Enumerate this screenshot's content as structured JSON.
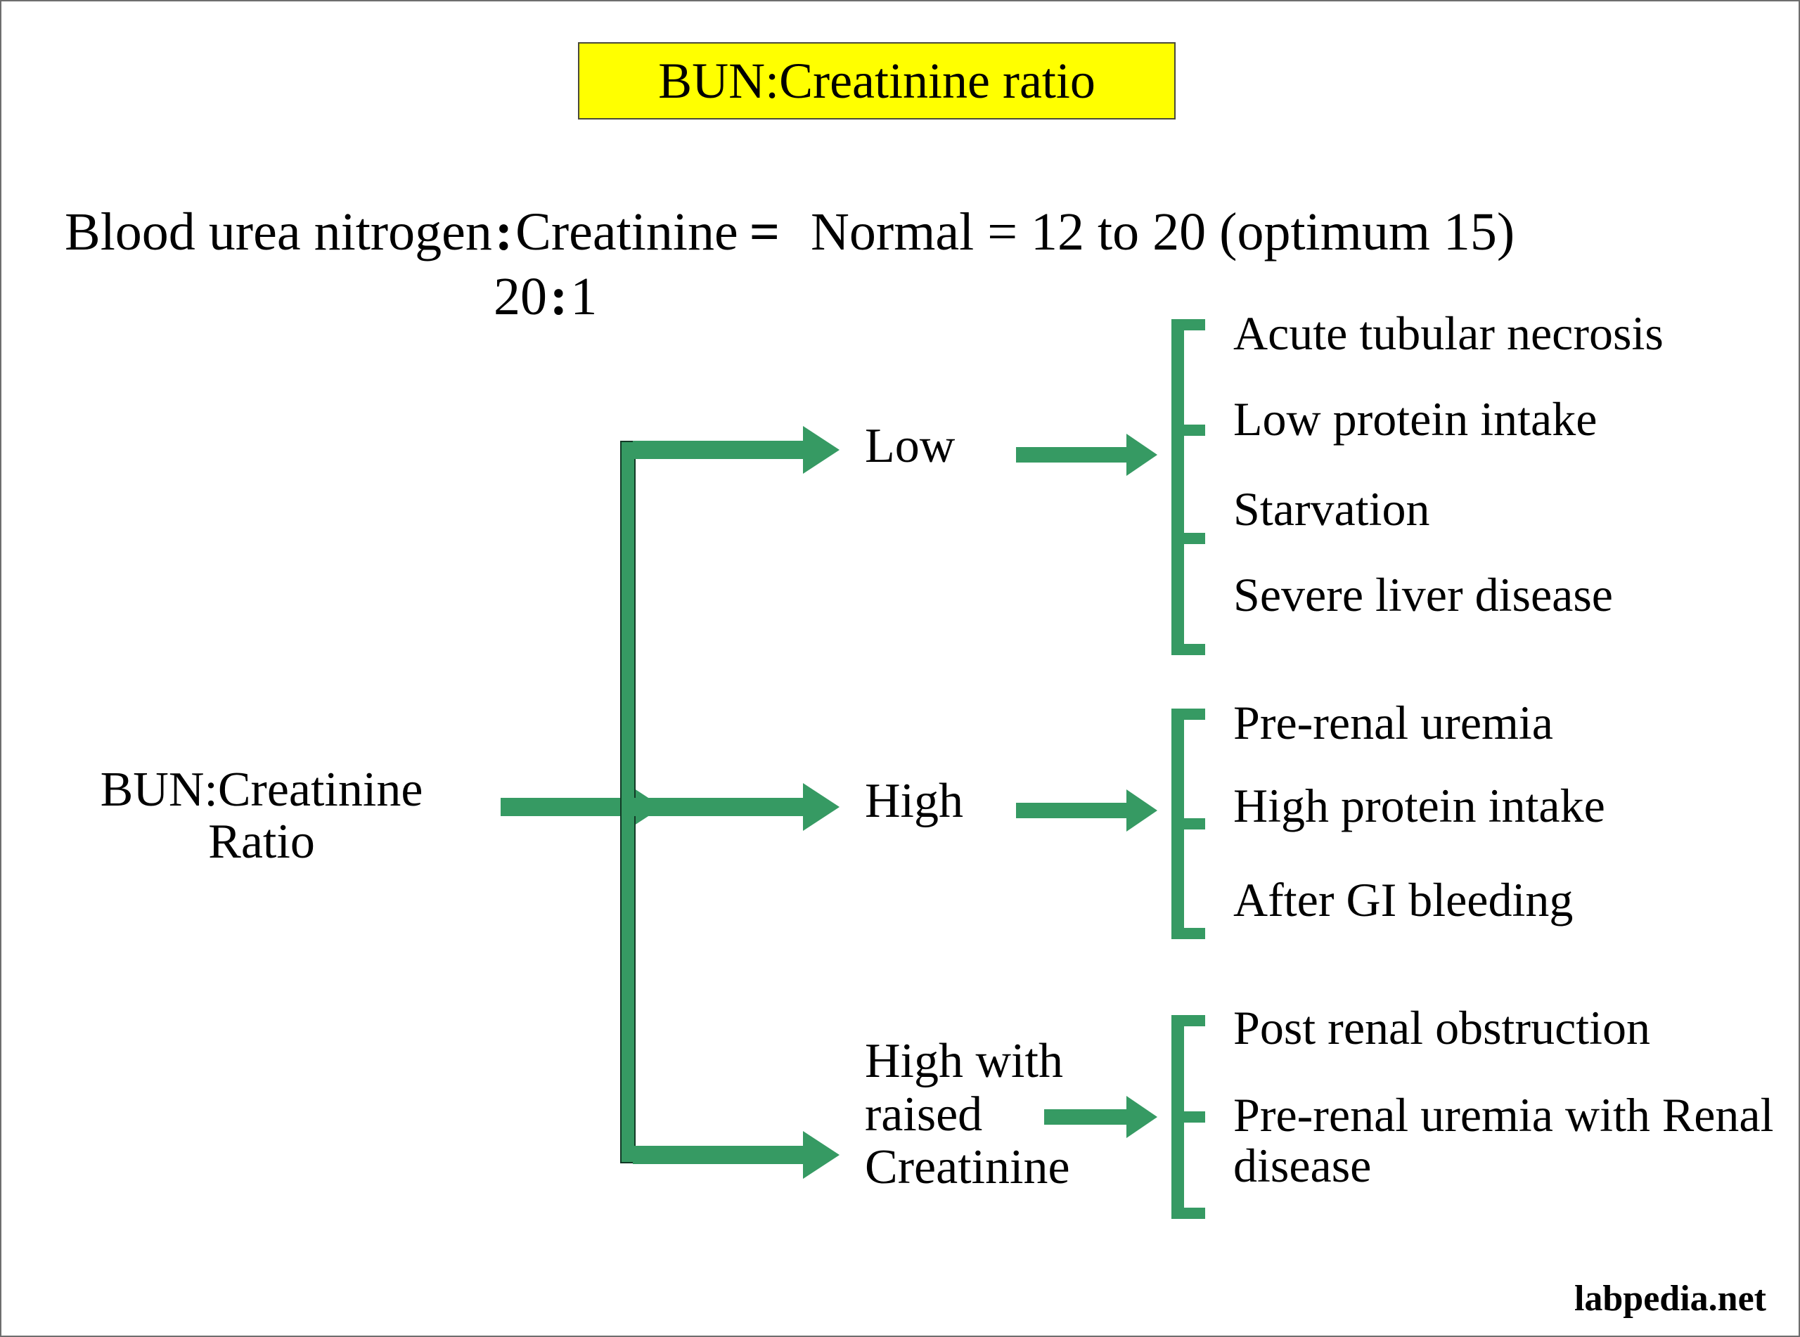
{
  "title": {
    "text": "BUN:Creatinine ratio",
    "background": "#FFFF00",
    "border": "#4a4a3a"
  },
  "formula": {
    "numerator": "Blood urea nitrogen",
    "separator": ":",
    "denominator": "Creatinine",
    "equals": "=",
    "normal_range": "Normal = 12 to 20 (optimum 15)",
    "ratio_left": "20",
    "ratio_separator": ":",
    "ratio_right": "1"
  },
  "root": {
    "line1": "BUN:Creatinine",
    "line2": "Ratio"
  },
  "accent_color": "#369A63",
  "branches": [
    {
      "label": "Low",
      "label_lines": [
        "Low"
      ],
      "outcomes": [
        "Acute tubular necrosis",
        "Low protein intake",
        "Starvation",
        "Severe liver disease"
      ]
    },
    {
      "label": "High",
      "label_lines": [
        "High"
      ],
      "outcomes": [
        "Pre-renal uremia",
        "High protein intake",
        "After GI bleeding"
      ]
    },
    {
      "label": "High with raised Creatinine",
      "label_lines": [
        "High with",
        "raised",
        "Creatinine"
      ],
      "outcomes": [
        "Post renal obstruction",
        "Pre-renal uremia with Renal disease"
      ]
    }
  ],
  "footer": {
    "watermark": "labpedia.net"
  }
}
